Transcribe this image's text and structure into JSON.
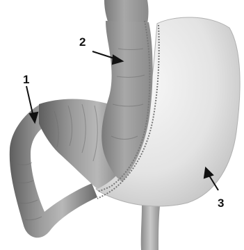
{
  "diagram": {
    "callouts": [
      {
        "number": "1",
        "target": "intestinal-limb"
      },
      {
        "number": "2",
        "target": "gastric-pouch"
      },
      {
        "number": "3",
        "target": "remnant-stomach"
      }
    ]
  },
  "colors": {
    "background": "#ffffff",
    "tissue_dark": "#6f6f6f",
    "tissue_mid": "#9a9a9a",
    "tissue_light": "#c4c4c4",
    "stomach_fill": "#e6e6e6",
    "staple_line": "#777777",
    "arrow": "#111111"
  }
}
